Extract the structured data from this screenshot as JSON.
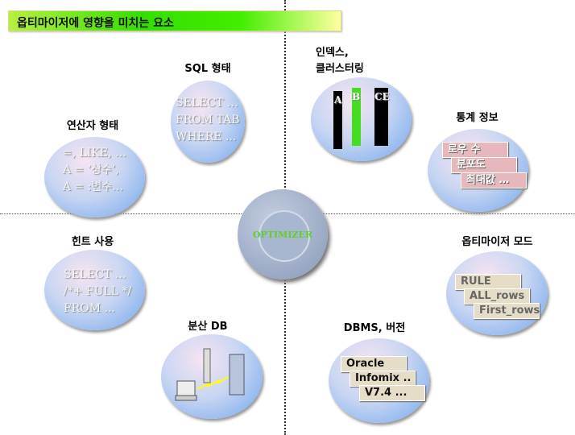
{
  "title": "옵티마이저에 영향을 미치는 요소",
  "center": "OPTIMIZER",
  "sql": {
    "label": "SQL 형태",
    "lines": [
      "SELECT …",
      "FROM TAB",
      "WHERE ..."
    ]
  },
  "index": {
    "label1": "인덱스,",
    "label2": "클러스터링",
    "bars": [
      "A",
      "B",
      "CE"
    ]
  },
  "operator": {
    "label": "연산자 형태",
    "lines": [
      "=, LIKE, …",
      "A = ‘상수’,",
      "A = :변수…"
    ]
  },
  "stats": {
    "label": "통계 정보",
    "cards": [
      "로우 수",
      "분포도",
      "최대값 …"
    ]
  },
  "hint": {
    "label": "힌트 사용",
    "lines": [
      "SELECT …",
      "/*+ FULL */",
      "FROM ..."
    ]
  },
  "mode": {
    "label": "옵티마이저 모드",
    "cards": [
      "RULE",
      "ALL_rows",
      "First_rows"
    ]
  },
  "distributed": {
    "label": "분산 DB"
  },
  "dbms": {
    "label": "DBMS, 버전",
    "cards": [
      "Oracle",
      "Infomix ..",
      "V7.4 ..."
    ]
  }
}
